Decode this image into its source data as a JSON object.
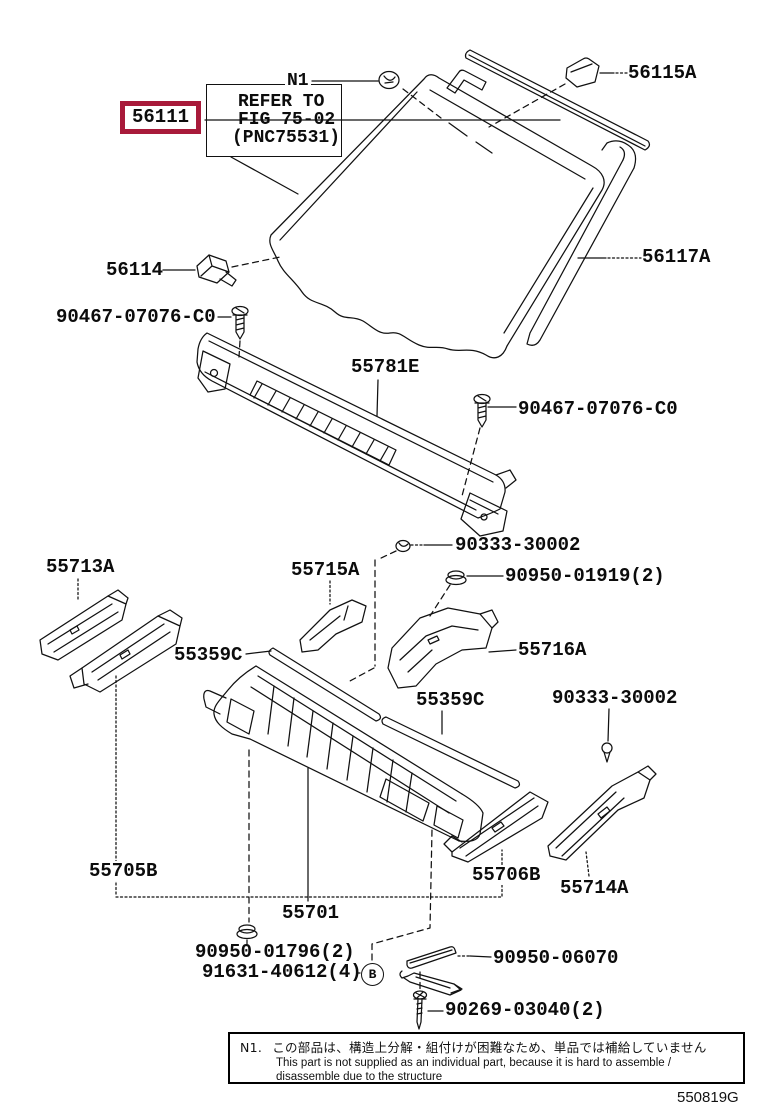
{
  "palette": {
    "line": "#111111",
    "highlight_box": "#a81a3a",
    "background": "#ffffff"
  },
  "refer_note": {
    "flag": "N1",
    "line1": "REFER TO",
    "line2": "FIG 75-02",
    "line3": "(PNC75531)"
  },
  "parts": {
    "p56111": "56111",
    "p56115a": "56115A",
    "p56117a": "56117A",
    "p56114": "56114",
    "p90467_left": "90467-07076-C0",
    "p55781e": "55781E",
    "p90467_right": "90467-07076-C0",
    "p90333_top": "90333-30002",
    "p90950_01919": "90950-01919(2)",
    "p55713a": "55713A",
    "p55715a": "55715A",
    "p55359c_left": "55359C",
    "p55716a": "55716A",
    "p55359c_right": "55359C",
    "p90333_right": "90333-30002",
    "p55705b": "55705B",
    "p55706b": "55706B",
    "p55714a": "55714A",
    "p55701": "55701",
    "p90950_01796": "90950-01796(2)",
    "p91631_40612": "91631-40612(4)",
    "p90950_06070": "90950-06070",
    "p90269_03040": "90269-03040(2)"
  },
  "connector": {
    "b": "B"
  },
  "footer": {
    "note_flag": "N1.",
    "note_jp": "この部品は、構造上分解・組付けが困難なため、単品では補給していません",
    "note_en1": "This part is not supplied as an individual part, because it is hard to assemble /",
    "note_en2": "disassemble due to the structure",
    "doc_code": "550819G"
  }
}
